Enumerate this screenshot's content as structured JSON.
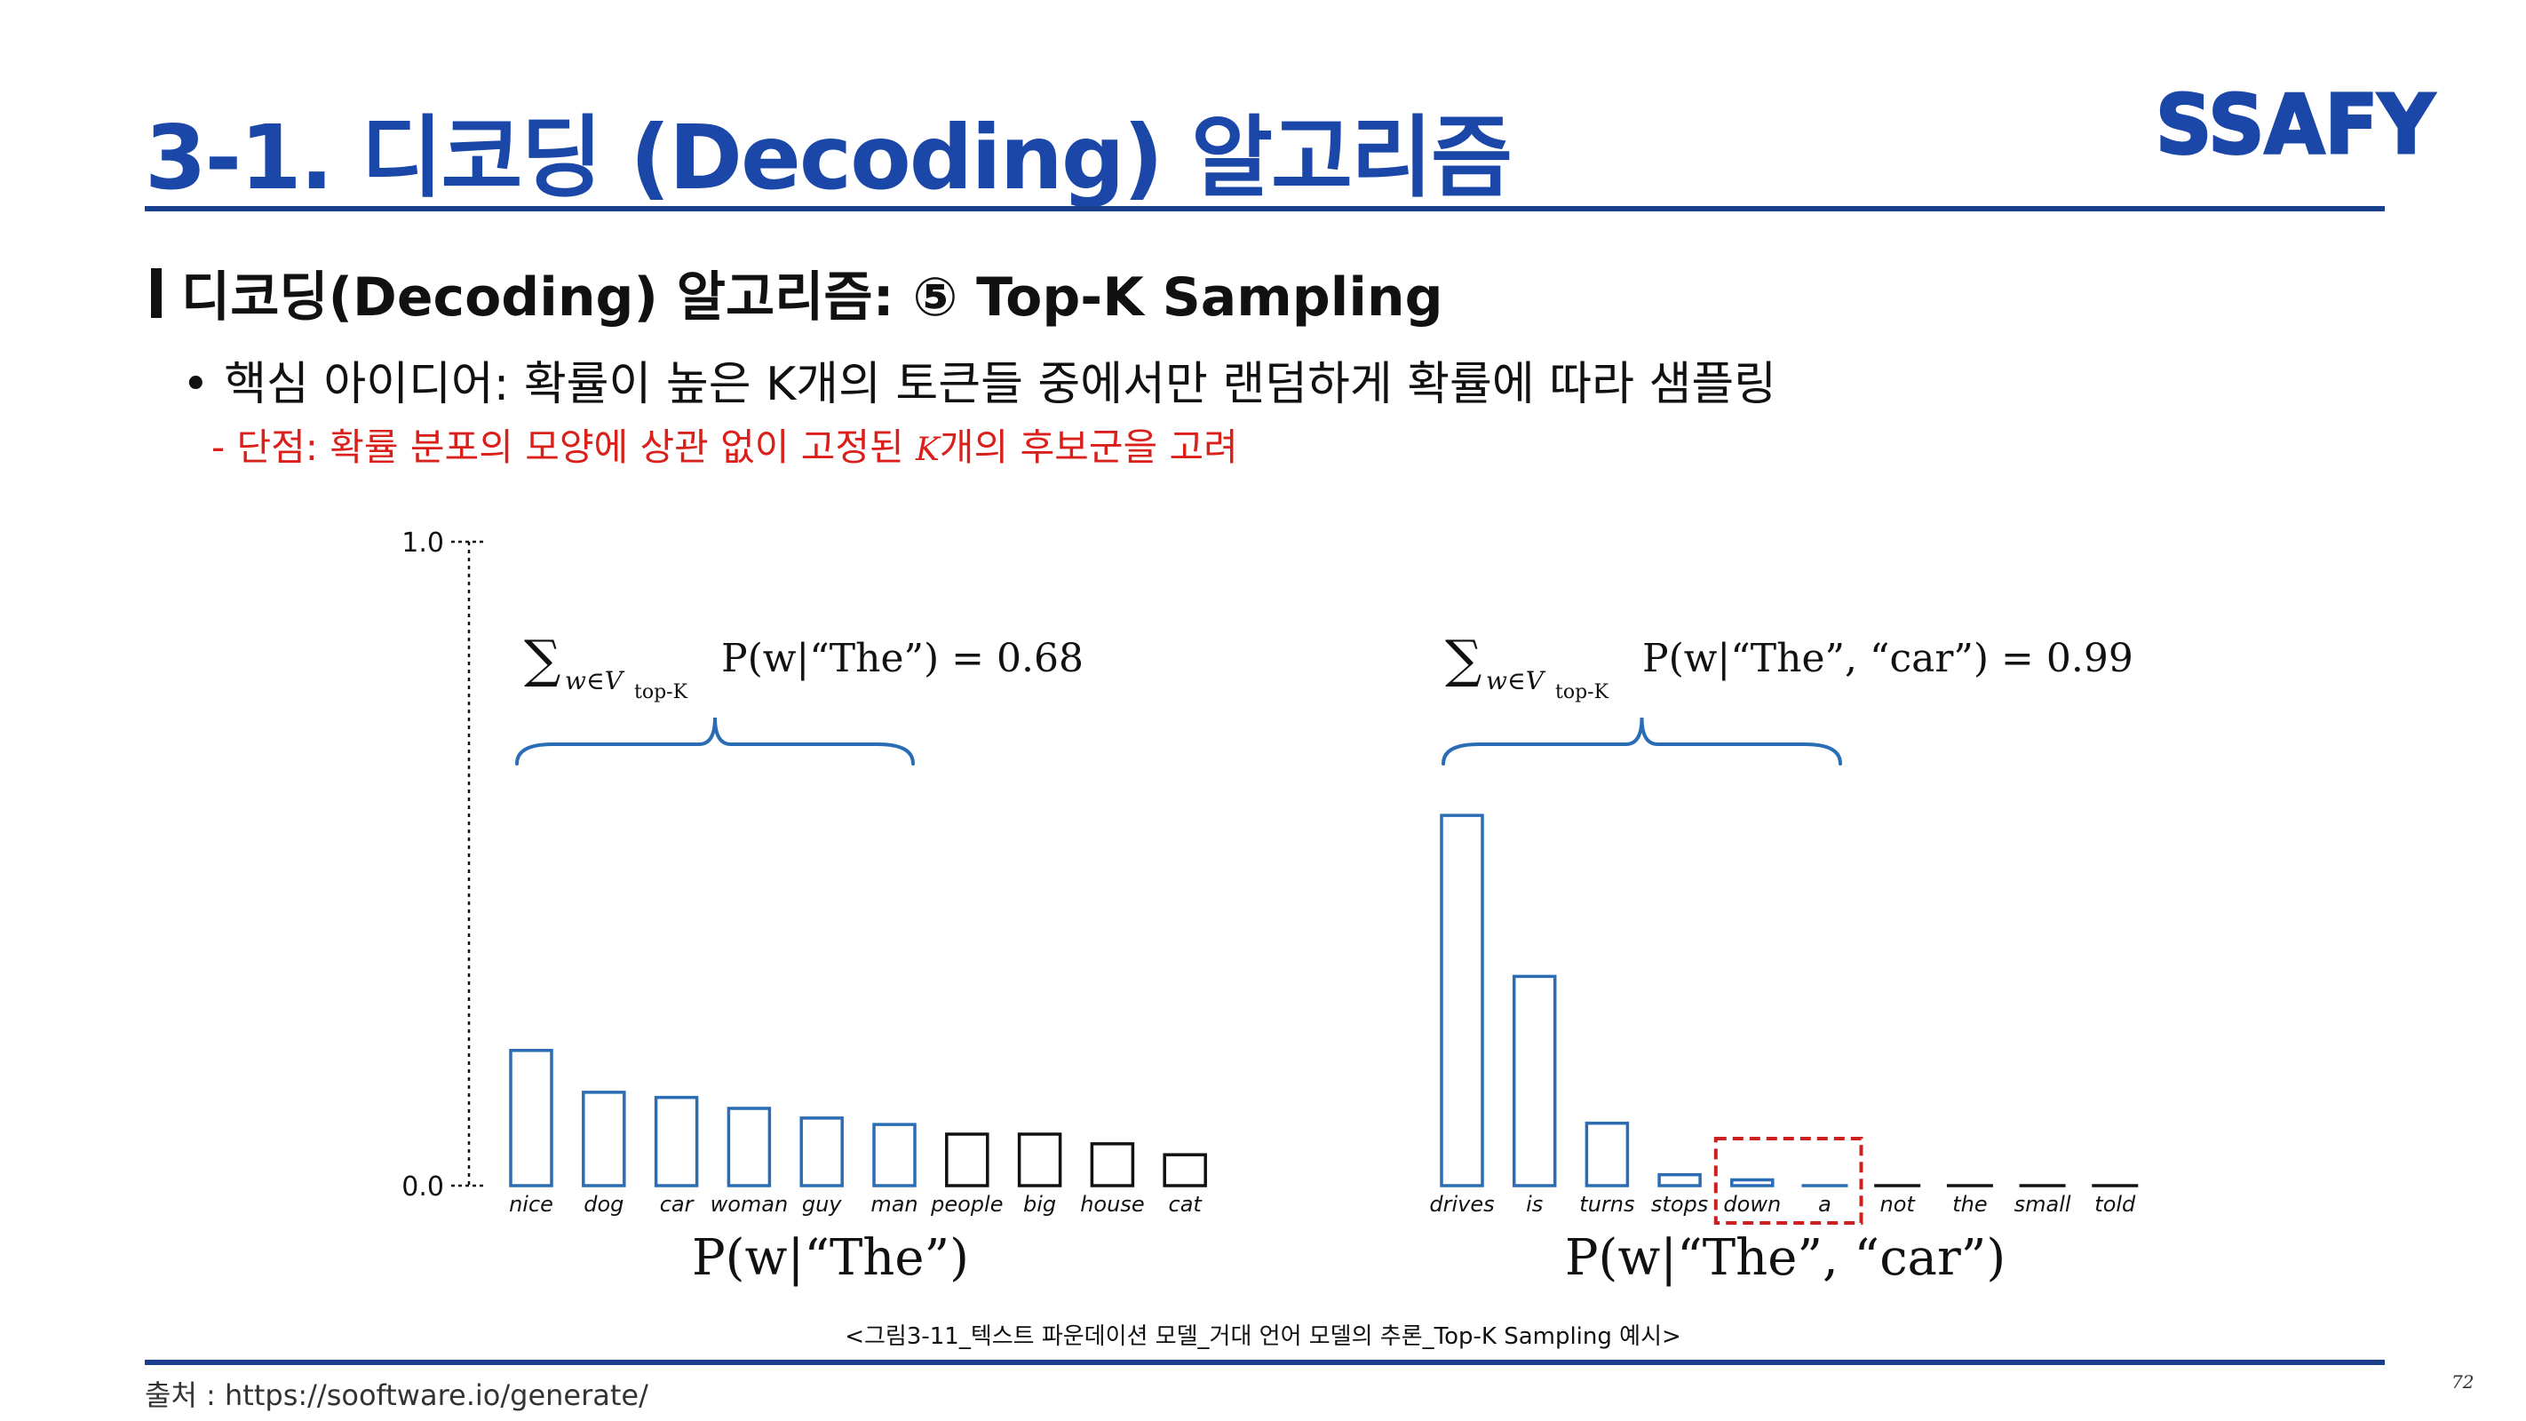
{
  "slide": {
    "title": "3-1. 디코딩 (Decoding) 알고리즘",
    "logo_text": "SSAFY",
    "section_heading": "디코딩(Decoding) 알고리즘: ⑤ Top-K Sampling",
    "bullet": "• 핵심 아이디어: 확률이 높은 K개의 토큰들 중에서만 랜덤하게 확률에 따라 샘플링",
    "sub_bullet_prefix": "-  단점: 확률 분포의 모양에 상관 없이 고정된 ",
    "sub_bullet_k": "K",
    "sub_bullet_suffix": "개의 후보군을 고려",
    "caption": "<그림3-11_텍스트 파운데이션 모델_거대 언어 모델의 추론_Top-K Sampling 예시>",
    "source": "출처 : https://sooftware.io/generate/",
    "page_number": "72"
  },
  "colors": {
    "title_blue": "#1a47a8",
    "rule_blue": "#1a3f8f",
    "bar_blue": "#2a6db5",
    "bar_black": "#111111",
    "highlight_red": "#cc1f1f",
    "sub_bullet_red": "#d9201b"
  },
  "chart_data": {
    "type": "bar",
    "y_axis": {
      "ylim": [
        0,
        1
      ],
      "tick_labels": [
        "0.0",
        "1.0"
      ]
    },
    "panels": [
      {
        "categories": [
          "nice",
          "dog",
          "car",
          "woman",
          "guy",
          "man",
          "people",
          "big",
          "house",
          "cat"
        ],
        "values": [
          0.21,
          0.145,
          0.137,
          0.12,
          0.105,
          0.095,
          0.08,
          0.08,
          0.065,
          0.048
        ],
        "top_k": [
          true,
          true,
          true,
          true,
          true,
          true,
          false,
          false,
          false,
          false
        ],
        "sum_expr_prefix": "∑",
        "sum_subscript": "w∈V",
        "sum_subsubscript": "top-K",
        "sum_expr": "P(w|“The”) = 0.68",
        "label": "P(w|“The”)"
      },
      {
        "categories": [
          "drives",
          "is",
          "turns",
          "stops",
          "down",
          "a",
          "not",
          "the",
          "small",
          "told"
        ],
        "values": [
          0.575,
          0.325,
          0.097,
          0.017,
          0.009,
          0.004,
          0.002,
          0.002,
          0.002,
          0.002
        ],
        "top_k": [
          true,
          true,
          true,
          true,
          true,
          true,
          false,
          false,
          false,
          false
        ],
        "highlight": [
          "down",
          "a"
        ],
        "sum_expr_prefix": "∑",
        "sum_subscript": "w∈V",
        "sum_subsubscript": "top-K",
        "sum_expr": "P(w|“The”, “car”) = 0.99",
        "label": "P(w|“The”, “car”)"
      }
    ]
  }
}
